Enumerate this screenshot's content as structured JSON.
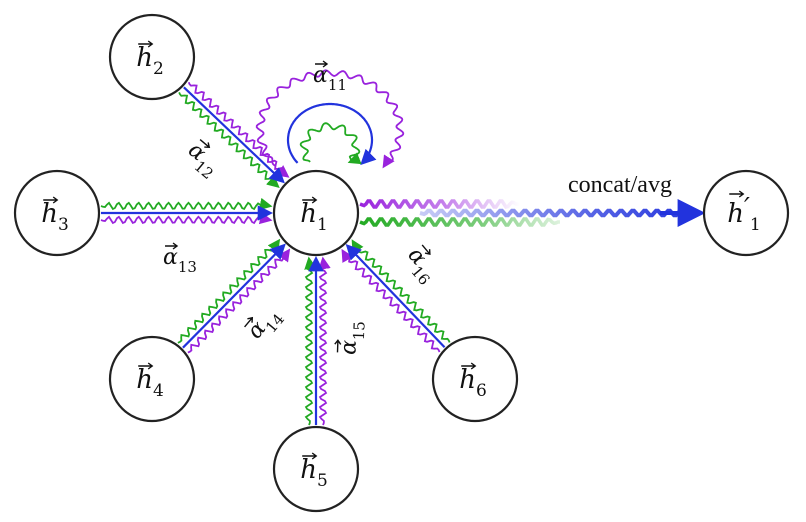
{
  "colors": {
    "blue": "#2233dd",
    "green": "#22aa22",
    "purple": "#9922dd"
  },
  "nodes": {
    "h1": {
      "base": "h",
      "sub": "1"
    },
    "h2": {
      "base": "h",
      "sub": "2"
    },
    "h3": {
      "base": "h",
      "sub": "3"
    },
    "h4": {
      "base": "h",
      "sub": "4"
    },
    "h5": {
      "base": "h",
      "sub": "5"
    },
    "h6": {
      "base": "h",
      "sub": "6"
    },
    "h1prime": {
      "base": "h",
      "sub": "1",
      "prime": "′"
    }
  },
  "edge_labels": {
    "a11": {
      "base": "α",
      "sub": "11"
    },
    "a12": {
      "base": "α",
      "sub": "12"
    },
    "a13": {
      "base": "α",
      "sub": "13"
    },
    "a14": {
      "base": "α",
      "sub": "14"
    },
    "a15": {
      "base": "α",
      "sub": "15"
    },
    "a16": {
      "base": "α",
      "sub": "16"
    }
  },
  "output_label": "concat/avg"
}
